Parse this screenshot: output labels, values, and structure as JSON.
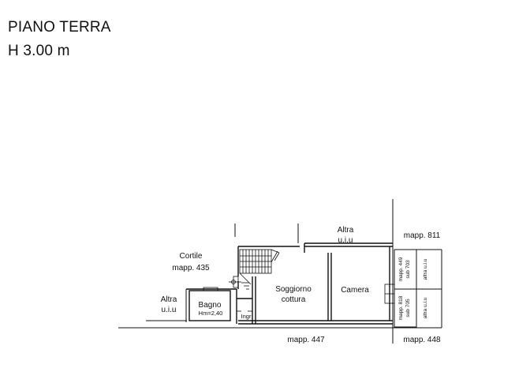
{
  "header": {
    "floor": "PIANO TERRA",
    "height": "H 3.00 m"
  },
  "plan": {
    "rooms": {
      "soggiorno_1": "Soggiorno",
      "soggiorno_2": "cottura",
      "camera": "Camera",
      "bagno": "Bagno",
      "bagno_h": "Hm=2,40",
      "ingresso": "Ingr"
    },
    "labels": {
      "cortile_1": "Cortile",
      "cortile_2": "mapp. 435",
      "altra_left_1": "Altra",
      "altra_left_2": "u.i.u",
      "altra_top_1": "Altra",
      "altra_top_2": "u.i.u",
      "mapp_811": "mapp. 811",
      "mapp_447": "mapp. 447",
      "mapp_448": "mapp. 448",
      "mapp_449_1": "mapp. 449",
      "mapp_449_2": "sub 703",
      "mapp_818_1": "mapp. 818",
      "mapp_818_2": "sub 705",
      "altra_v_top": "altra u.i.u",
      "altra_v_bot": "altra u.i.u"
    }
  }
}
